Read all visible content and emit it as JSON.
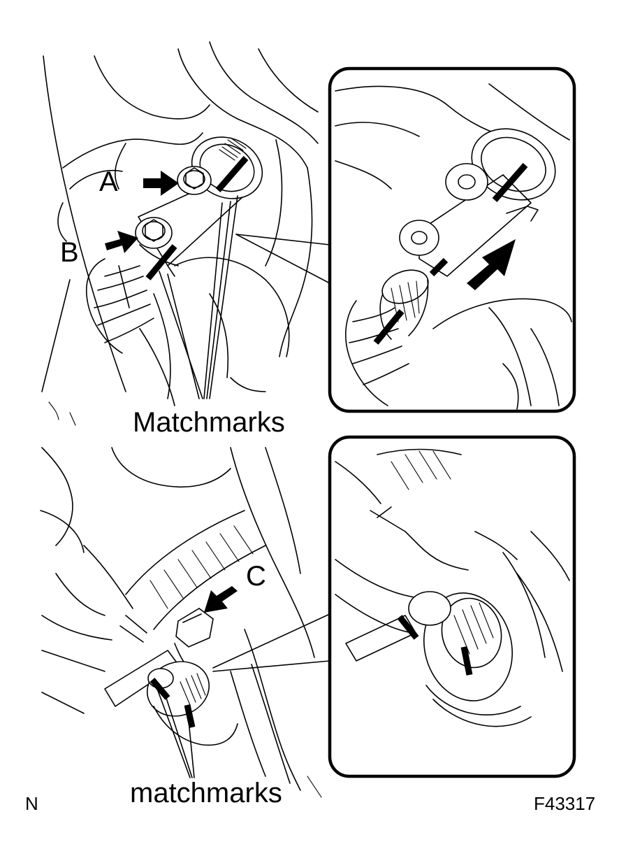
{
  "labels": {
    "bolt_a": "A",
    "bolt_b": "B",
    "bolt_c": "C",
    "matchmarks_upper": "Matchmarks",
    "matchmarks_lower": "matchmarks",
    "corner_code": "N",
    "figure_id": "F43317"
  },
  "colors": {
    "ink": "#000000",
    "paper": "#ffffff"
  },
  "icons": {
    "arrow": "arrow-icon",
    "matchmark": "matchmark-icon"
  }
}
